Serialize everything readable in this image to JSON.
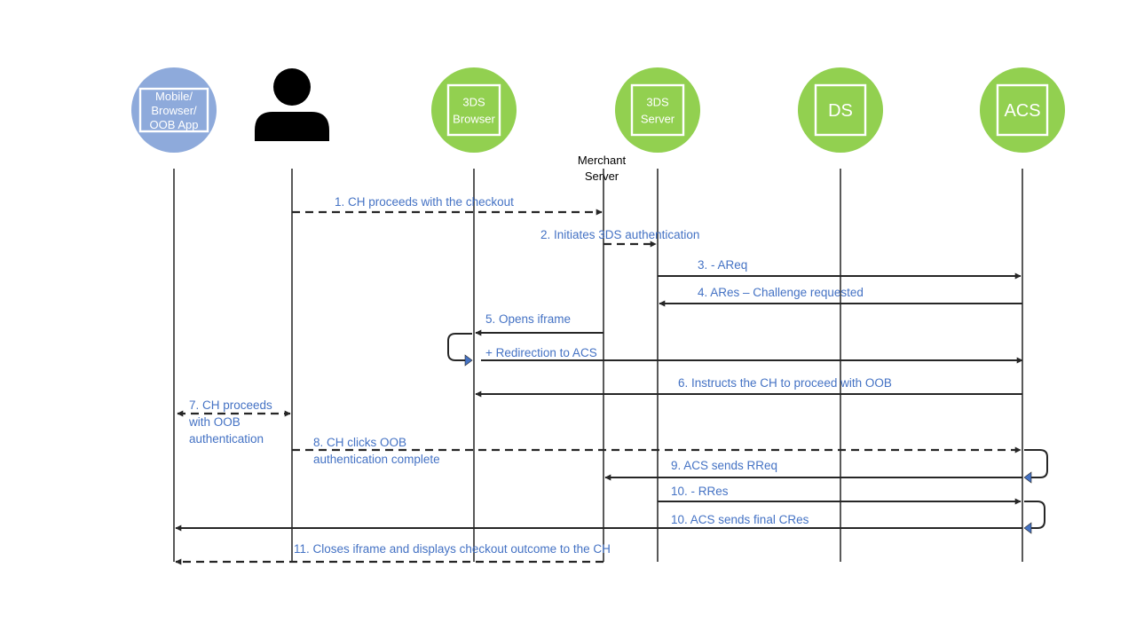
{
  "diagram": {
    "type": "sequence-diagram",
    "colors": {
      "device_circle": "#8eaadb",
      "actor_circle": "#92d050",
      "person": "#000000",
      "lifeline": "#000000",
      "arrow": "#262626",
      "label_text": "#4472c4",
      "arrowhead_blue": "#4472c4"
    },
    "participants": [
      {
        "id": "device",
        "kind": "circle",
        "style": "device",
        "lines": [
          "Mobile/",
          "Browser/",
          "OOB App"
        ]
      },
      {
        "id": "cardholder",
        "kind": "person-icon",
        "lines": []
      },
      {
        "id": "browser",
        "kind": "circle",
        "style": "actor",
        "lines": [
          "3DS",
          "Browser"
        ]
      },
      {
        "id": "merchant",
        "kind": "text",
        "lines": [
          "Merchant",
          "Server"
        ]
      },
      {
        "id": "server",
        "kind": "circle",
        "style": "actor",
        "lines": [
          "3DS",
          "Server"
        ]
      },
      {
        "id": "ds",
        "kind": "circle",
        "style": "actor",
        "big": true,
        "lines": [
          "DS"
        ]
      },
      {
        "id": "acs",
        "kind": "circle",
        "style": "actor",
        "big": true,
        "lines": [
          "ACS"
        ]
      }
    ],
    "messages": [
      {
        "from": "cardholder",
        "to": "merchant",
        "style": "dashed",
        "lines": [
          "1. CH proceeds with the checkout"
        ]
      },
      {
        "from": "merchant",
        "to": "server",
        "style": "dashed",
        "lines": [
          "2. Initiates 3DS authentication"
        ]
      },
      {
        "from": "server",
        "to": "acs",
        "style": "solid",
        "lines": [
          "3. - AReq"
        ]
      },
      {
        "from": "acs",
        "to": "server",
        "style": "solid",
        "lines": [
          "4. ARes – Challenge requested"
        ]
      },
      {
        "from": "merchant",
        "to": "browser",
        "style": "solid",
        "lines": [
          "5. Opens iframe"
        ]
      },
      {
        "from": "browser",
        "to": "acs",
        "style": "solid",
        "self_loop": "browser",
        "lines": [
          "+ Redirection to ACS"
        ]
      },
      {
        "from": "acs",
        "to": "browser",
        "style": "solid",
        "lines": [
          "6. Instructs the CH to proceed with OOB"
        ]
      },
      {
        "from": "device",
        "to": "cardholder",
        "style": "dashed",
        "bidirectional": true,
        "lines": [
          "7. CH proceeds",
          "with OOB",
          "authentication"
        ]
      },
      {
        "from": "cardholder",
        "to": "acs",
        "style": "dashed",
        "lines": [
          "8. CH clicks OOB",
          "authentication complete"
        ]
      },
      {
        "from": "acs",
        "to": "merchant",
        "style": "solid",
        "self_loop": "acs",
        "lines": [
          "9. ACS sends RReq"
        ]
      },
      {
        "from": "server",
        "to": "acs",
        "style": "solid",
        "lines": [
          "10. - RRes"
        ]
      },
      {
        "from": "acs",
        "to": "device",
        "style": "solid",
        "self_loop": "acs",
        "lines": [
          "10. ACS sends final CRes"
        ]
      },
      {
        "from": "merchant",
        "to": "device",
        "style": "dashed",
        "lines": [
          "11. Closes iframe and displays checkout outcome to the CH"
        ]
      }
    ]
  }
}
